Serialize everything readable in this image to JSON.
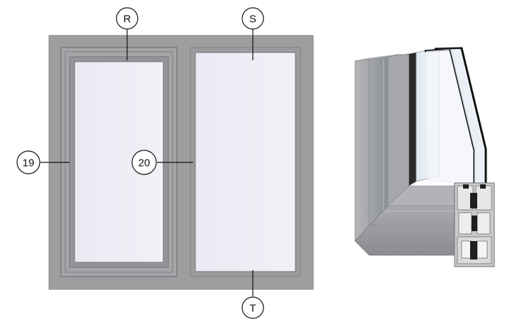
{
  "callouts": {
    "R": "R",
    "S": "S",
    "T": "T",
    "n19": "19",
    "n20": "20"
  },
  "colors": {
    "frame": "#9a9c9e",
    "frame_dark": "#7d8082",
    "glass": "#ecedf5",
    "leader": "#111111"
  }
}
